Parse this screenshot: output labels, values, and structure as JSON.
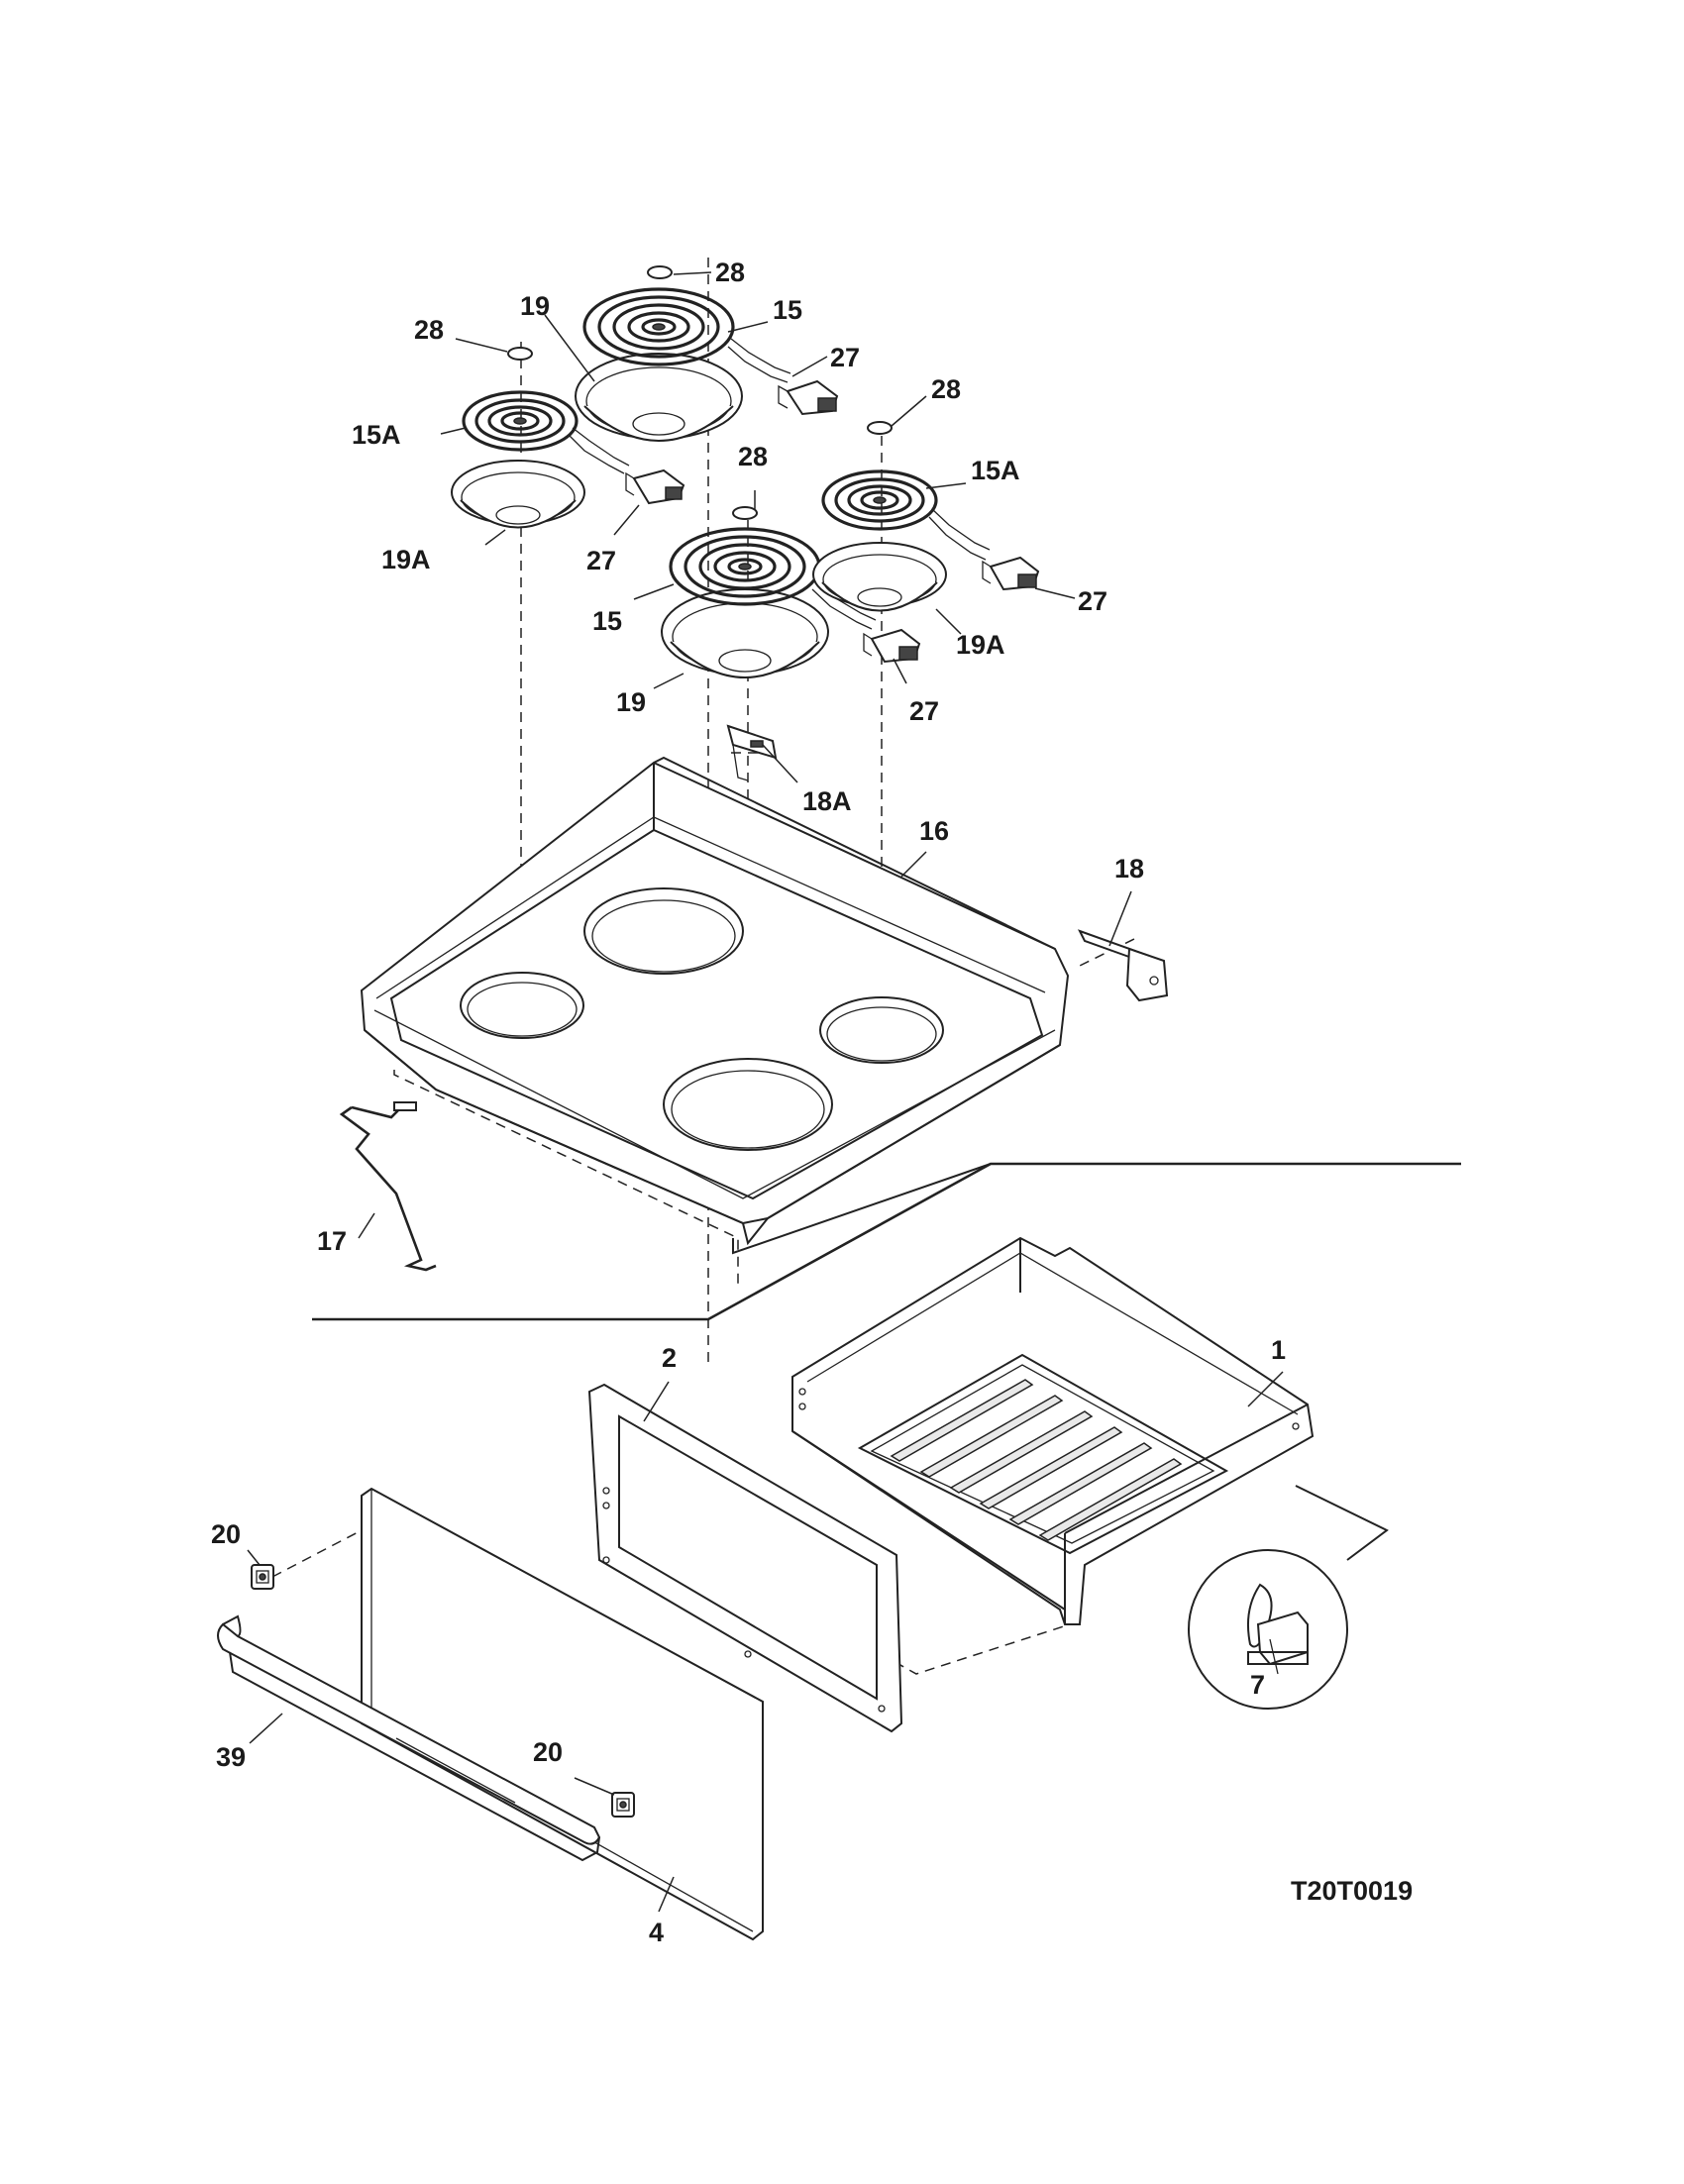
{
  "drawing_id": "T20T0019",
  "callouts": [
    {
      "id": "c28a",
      "text": "28"
    },
    {
      "id": "c19a",
      "text": "19"
    },
    {
      "id": "c15a",
      "text": "15"
    },
    {
      "id": "c28b",
      "text": "28"
    },
    {
      "id": "c27a",
      "text": "27"
    },
    {
      "id": "c28c",
      "text": "28"
    },
    {
      "id": "c15Aa",
      "text": "15A"
    },
    {
      "id": "c28d",
      "text": "28"
    },
    {
      "id": "c15Ab",
      "text": "15A"
    },
    {
      "id": "c19Aa",
      "text": "19A"
    },
    {
      "id": "c27b",
      "text": "27"
    },
    {
      "id": "c27c",
      "text": "27"
    },
    {
      "id": "c15b",
      "text": "15"
    },
    {
      "id": "c19Ab",
      "text": "19A"
    },
    {
      "id": "c19b",
      "text": "19"
    },
    {
      "id": "c27d",
      "text": "27"
    },
    {
      "id": "c18A",
      "text": "18A"
    },
    {
      "id": "c16",
      "text": "16"
    },
    {
      "id": "c18",
      "text": "18"
    },
    {
      "id": "c17",
      "text": "17"
    },
    {
      "id": "c2",
      "text": "2"
    },
    {
      "id": "c1",
      "text": "1"
    },
    {
      "id": "c20a",
      "text": "20"
    },
    {
      "id": "c7",
      "text": "7"
    },
    {
      "id": "c39",
      "text": "39"
    },
    {
      "id": "c20b",
      "text": "20"
    },
    {
      "id": "c4",
      "text": "4"
    }
  ]
}
